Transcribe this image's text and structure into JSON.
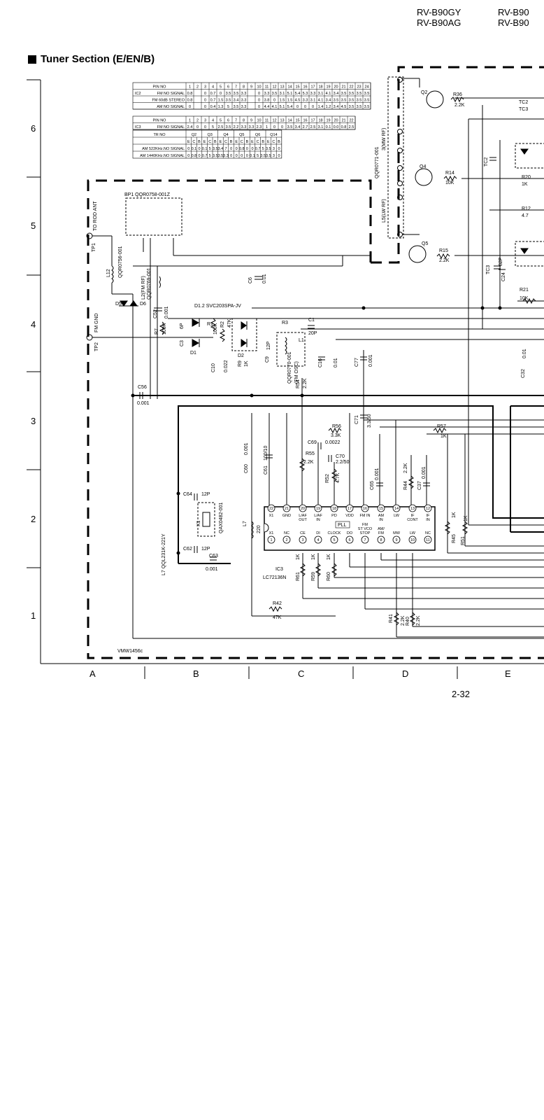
{
  "header": {
    "model_left": [
      "RV-B90GY",
      "RV-B90AG"
    ],
    "model_right": [
      "RV-B90",
      "RV-B90"
    ]
  },
  "section_title": "Tuner Section (E/EN/B)",
  "row_labels": [
    "6",
    "5",
    "4",
    "3",
    "2",
    "1"
  ],
  "col_labels": [
    "A",
    "B",
    "C",
    "D",
    "E"
  ],
  "page_number": "2-32",
  "drawing_code": "VMW1456c",
  "pin_table_1": {
    "header": [
      "PIN NO",
      "1",
      "2",
      "3",
      "4",
      "5",
      "6",
      "7",
      "8",
      "9",
      "10",
      "11",
      "12",
      "13",
      "14",
      "15",
      "16",
      "17",
      "18",
      "19",
      "20",
      "21",
      "22",
      "23",
      "24"
    ],
    "ic_label": "IC2",
    "rows": [
      {
        "label": "FM NO SIGNAL",
        "values": [
          "0.8",
          "",
          "0",
          "0.7",
          "0",
          "3.5",
          "3.5",
          "3.3",
          "",
          "0",
          "3.3",
          "3.5",
          "3.1",
          "5.1",
          "5.4",
          "5.3",
          "3.3",
          "3.1",
          "4.1",
          "3.4",
          "3.5",
          "3.5",
          "3.5",
          "3.5"
        ]
      },
      {
        "label": "FM 60dB STEREO",
        "values": [
          "0.8",
          "",
          "0",
          "0.7",
          "1.5",
          "3.5",
          "3.4",
          "3.3",
          "",
          "0",
          "3.8",
          "0",
          "1.5",
          "1.5",
          "4.5",
          "3.3",
          "3.1",
          "4.1",
          "3.4",
          "3.5",
          "3.5",
          "3.5",
          "3.5",
          "3.5"
        ]
      },
      {
        "label": "AM NO SIGNAL",
        "values": [
          "0",
          "",
          "0",
          "0.4",
          "1.3",
          "5",
          "3.5",
          "3.3",
          "",
          "0",
          "4.4",
          "4.1",
          "5.1",
          "5.4",
          "0",
          "0",
          "0",
          "1.4",
          "1.2",
          "3.4",
          "4.5",
          "3.5",
          "3.5",
          "3.5"
        ]
      }
    ]
  },
  "pin_table_2": {
    "header": [
      "PIN NO",
      "1",
      "2",
      "3",
      "4",
      "5",
      "6",
      "7",
      "8",
      "9",
      "10",
      "11",
      "12",
      "13",
      "14",
      "15",
      "16",
      "17",
      "18",
      "19",
      "20",
      "21",
      "22"
    ],
    "ic_label": "IC3",
    "rows": [
      {
        "label": "FM NO SIGNAL",
        "values": [
          "2.4",
          "0",
          "0",
          "5",
          "2.5",
          "3.5",
          "2.2",
          "3.3",
          "3.3",
          "2.3",
          "1",
          "0",
          "0",
          "3.5",
          "3.4",
          "2.7",
          "2.5",
          "3.1",
          "0.1",
          "0.0",
          "0.8",
          "2.5"
        ]
      }
    ]
  },
  "tr_table": {
    "header": [
      "TR NO",
      "Q2",
      "Q3",
      "Q4",
      "Q5",
      "Q6",
      "Q14"
    ],
    "sub": [
      "E",
      "C",
      "B",
      "E",
      "C",
      "B",
      "E",
      "C",
      "B",
      "E",
      "C",
      "B",
      "E",
      "C",
      "B",
      "E",
      "C",
      "B"
    ],
    "rows": [
      {
        "label": "AM 522KHz.NO SIGNAL",
        "values": [
          "0",
          "0.1",
          "0",
          "0.1",
          "5",
          "3.5",
          "3.4",
          "7",
          "0",
          "0",
          "0.8",
          "0",
          "0",
          "0.7",
          "5",
          "3.5",
          "3",
          "0"
        ]
      },
      {
        "label": "AM 1440KHz.NO SIGNAL",
        "values": [
          "0",
          "0.8",
          "0",
          "0.7",
          "5",
          "3.5",
          "3.5",
          "3.3",
          "0",
          "0",
          "0",
          "0",
          "0.1",
          "5",
          "3.5",
          "3.5",
          "3",
          "0"
        ]
      }
    ]
  },
  "components": {
    "bp1": "BP1 QQR0758-001Z",
    "tp1": "TP1",
    "tp1_desc": "TO ROD ANT",
    "tp2": "TP2",
    "tp2_desc": "FM GND",
    "l12": "L12",
    "l12_part": "QQR0756-001",
    "l2": "L2(FM RF)",
    "l2_part": "QQR0769-001",
    "d5": "D5",
    "d6": "D6",
    "c52": "C52",
    "c52_val": "0.001",
    "c6": "C6",
    "c6_val": "0.01",
    "d12_note": "D1.2 SVC203SPA-JV",
    "r7": "R7",
    "r7_val": "100K",
    "c3": "C3",
    "c3_val": "6P",
    "d1": "D1",
    "d2": "D2",
    "r1": "R1",
    "r1_val": "100K",
    "r2": "R2",
    "r2_val": "47K",
    "r3": "R3",
    "c1": "C1",
    "c1_val": "20P",
    "l1": "L1",
    "l1_part": "QQR0770-001",
    "l1_desc": "(FM OSC)",
    "c9": "C9",
    "c9_val": "12P",
    "c10": "C10",
    "c10_val": "0.022",
    "r9": "R9",
    "r9_val": "1K",
    "c16": "C16",
    "c16_val": "0.01",
    "c77": "C77",
    "c77_val": "0.001",
    "r54": "R54",
    "r54_val": "2.2K",
    "c56": "C56",
    "c56_val": "0.001",
    "c71": "C71",
    "c71_val": "3.3/50",
    "r56": "R56",
    "r56_val": "3.3K",
    "r57": "R57",
    "r57_val": "1K",
    "c69": "C69",
    "c69_val": "0.0022",
    "r55": "R55",
    "r55_val": "2.2K",
    "c70": "C70",
    "c70_val": "2.2/50",
    "r52": "R52",
    "r52_val": "4.7K",
    "c60": "C60",
    "c60_val": "0.001",
    "c61": "C61",
    "c61_val": "100/10",
    "c65": "C65",
    "c65_val": "0.001",
    "r44": "R44",
    "r44_val": "2.2K",
    "c37": "C37",
    "c37_val": "0.001",
    "c64": "C64",
    "c64_val": "12P",
    "c62": "C62",
    "c62_val": "12P",
    "c63": "C63",
    "c63_val": "0.001",
    "x1": "X1",
    "x1_part": "QAX0482-001",
    "l7": "L7",
    "l7_val": "220",
    "l7_part": "L7 QQL231K-221Y",
    "ic3": "IC3",
    "ic3_part": "LC72136N",
    "pll": "PLL",
    "r61": "R61",
    "r59": "R59",
    "r60": "R60",
    "r_1k": "1K",
    "r42": "R42",
    "r42_val": "47K",
    "r45": "R45",
    "r51": "R51",
    "r41": "R41",
    "r40": "R40",
    "r41_val": "2.2K",
    "q2": "Q2",
    "r36": "R36",
    "r36_val": "2.2K",
    "q4": "Q4",
    "r14": "R14",
    "r14_val": "10K",
    "q5": "Q5",
    "r15": "R15",
    "r15_val": "2.2K",
    "coil_15": "L5(LW RF)",
    "coil_part": "QQR0771-001",
    "coil_3": "3(MW RF)",
    "tc2": "TC2",
    "tc3": "TC3",
    "tc2_3": "TC2\nTC3",
    "c24": "C24",
    "c24_val": "82P",
    "r21": "R21",
    "r21_val": "10K",
    "c32": "C32",
    "c_right": "0.01",
    "r20": "R20",
    "r12": "R12",
    "r12_val": "4.7",
    "r20_val": "1K"
  },
  "ic3_pins_top": [
    {
      "n": "22",
      "l": "X1"
    },
    {
      "n": "21",
      "l": "GND"
    },
    {
      "n": "20",
      "l": "L/AF\nOUT"
    },
    {
      "n": "19",
      "l": "L/AF\nIN"
    },
    {
      "n": "18",
      "l": "PD"
    },
    {
      "n": "17",
      "l": "VDD"
    },
    {
      "n": "16",
      "l": "FM IN"
    },
    {
      "n": "15",
      "l": "AM\nIN"
    },
    {
      "n": "14",
      "l": "LW"
    },
    {
      "n": "13",
      "l": "IF\nCONT"
    },
    {
      "n": "12",
      "l": "IF\nIN"
    }
  ],
  "ic3_pins_bottom": [
    {
      "n": "1",
      "l": "X1"
    },
    {
      "n": "2",
      "l": "NC"
    },
    {
      "n": "3",
      "l": "CE"
    },
    {
      "n": "4",
      "l": "DI"
    },
    {
      "n": "5",
      "l": "CLOCK"
    },
    {
      "n": "6",
      "l": "DO"
    },
    {
      "n": "7",
      "l": "FM\nST VCO\nSTOP"
    },
    {
      "n": "8",
      "l": "AM/\nFM"
    },
    {
      "n": "9",
      "l": "MW"
    },
    {
      "n": "10",
      "l": "LW"
    },
    {
      "n": "11",
      "l": "NC"
    }
  ]
}
